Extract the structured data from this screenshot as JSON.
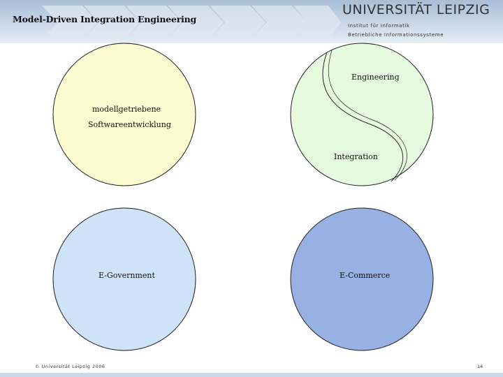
{
  "header": {
    "title": "Model-Driven Integration Engineering",
    "university": "UNIVERSITÄT LEIPZIG",
    "institute_line1": "Institut für Informatik",
    "institute_line2": "Betriebliche Informationssysteme"
  },
  "circles": {
    "mde": {
      "label_line1": "modellgetriebene",
      "label_line2": "Softwareentwicklung",
      "color": "#fcfad0"
    },
    "integration": {
      "top_label": "Engineering",
      "bottom_label": "Integration",
      "color": "#e6fae0"
    },
    "egov": {
      "label": "E-Government",
      "color": "#cfe3f8"
    },
    "ecom": {
      "label": "E-Commerce",
      "color": "#97b2e2"
    }
  },
  "footer": {
    "copyright": "© Universität Leipzig 2006",
    "page_number": "14"
  }
}
